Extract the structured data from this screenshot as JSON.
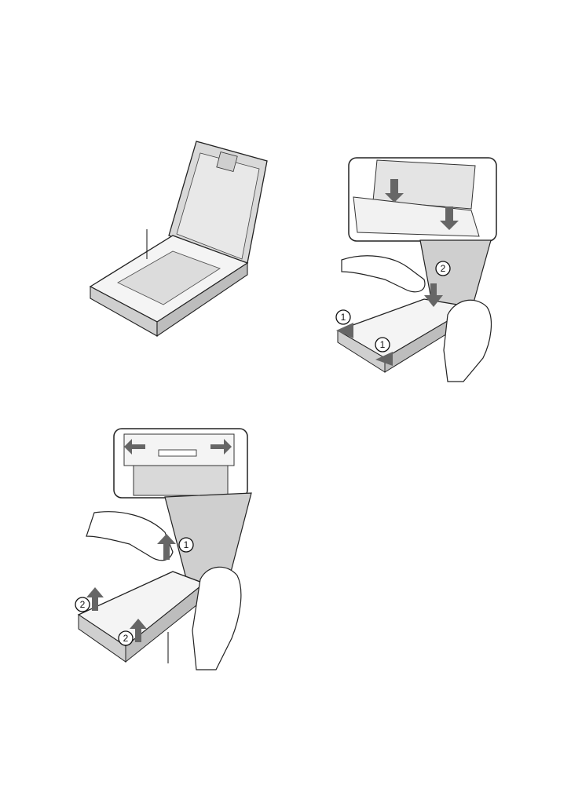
{
  "figures": {
    "fig_a": {
      "label_present": true
    },
    "fig_b": {
      "step_markers": [
        "1",
        "2",
        "1"
      ]
    },
    "fig_c": {
      "step_markers": [
        "1",
        "2",
        "2"
      ]
    }
  },
  "icons": [
    "arrow-down-icon",
    "arrow-left-icon",
    "arrow-right-icon",
    "arrow-up-icon",
    "hand-icon"
  ]
}
